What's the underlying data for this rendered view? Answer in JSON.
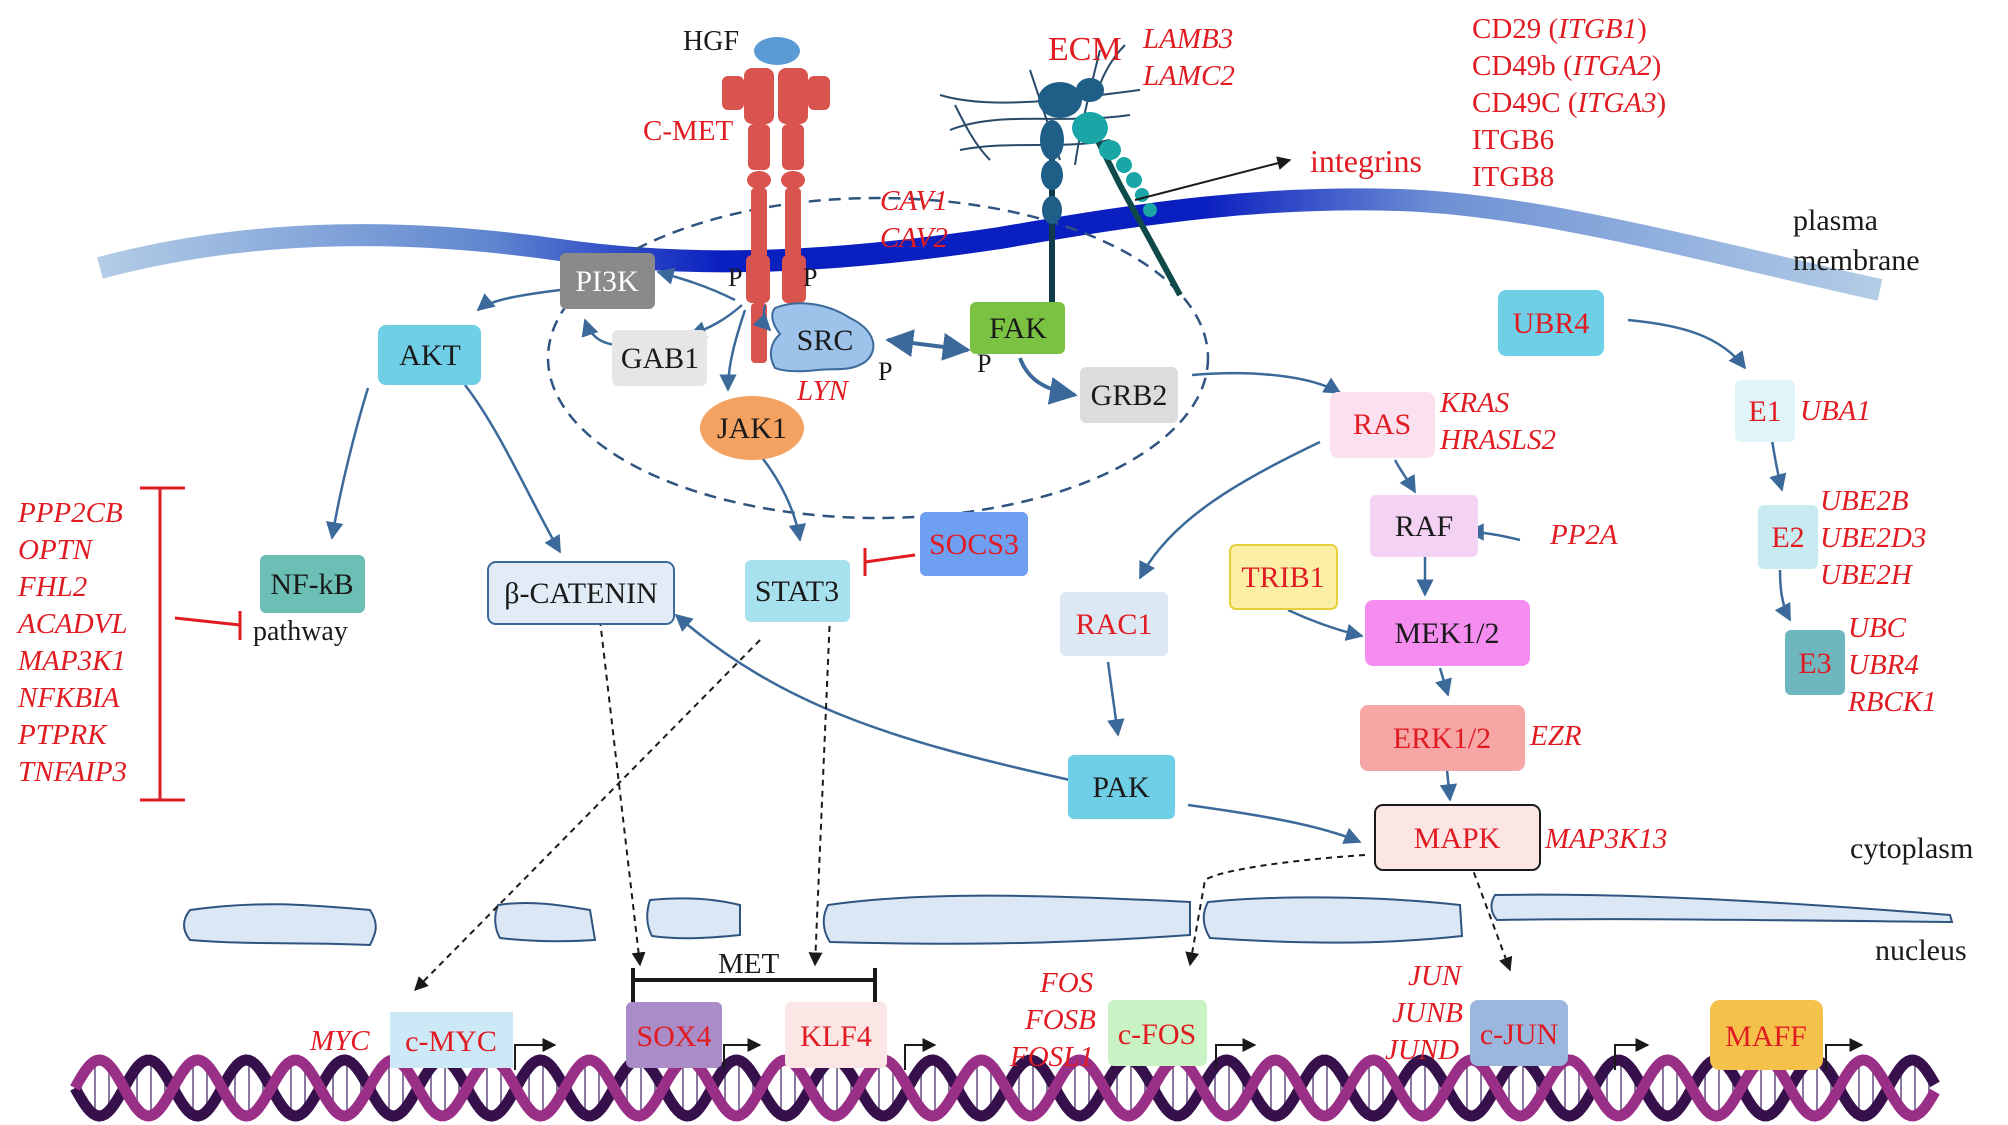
{
  "colors": {
    "red_text": "#e11b22",
    "arrow": "#3b6a9a",
    "membrane": "#0a1fc0",
    "membrane_light": "#b3cde6",
    "dna_dark": "#35104a",
    "dna_light": "#9a2f87"
  },
  "ligand": {
    "hgf": "HGF",
    "ecm": "ECM"
  },
  "receptor": {
    "cmet": "C-MET",
    "integrins": "integrins"
  },
  "ecm_genes": [
    "LAMB3",
    "LAMC2"
  ],
  "caveolin_genes": [
    "CAV1",
    "CAV2"
  ],
  "integrin_list": [
    {
      "prefix": "CD29 (",
      "gene": "ITGB1",
      "suffix": ")"
    },
    {
      "prefix": "CD49b (",
      "gene": "ITGA2",
      "suffix": ")"
    },
    {
      "prefix": "CD49C (",
      "gene": "ITGA3",
      "suffix": ")"
    },
    {
      "prefix": "ITGB6",
      "gene": "",
      "suffix": ""
    },
    {
      "prefix": "ITGB8",
      "gene": "",
      "suffix": ""
    }
  ],
  "compartments": {
    "plasma_line1": "plasma",
    "plasma_line2": "membrane",
    "cytoplasm": "cytoplasm",
    "nucleus": "nucleus"
  },
  "phospho": "P",
  "nodes": {
    "pi3k": "PI3K",
    "gab1": "GAB1",
    "src": "SRC",
    "lyn": "LYN",
    "fak": "FAK",
    "grb2": "GRB2",
    "jak1": "JAK1",
    "akt": "AKT",
    "nfkb": "NF-kB",
    "nfkb_pathway": "pathway",
    "bcatenin": "β-CATENIN",
    "stat3": "STAT3",
    "socs3": "SOCS3",
    "ras": "RAS",
    "raf": "RAF",
    "trib1": "TRIB1",
    "mek": "MEK1/2",
    "erk": "ERK1/2",
    "rac1": "RAC1",
    "pak": "PAK",
    "mapk": "MAPK",
    "ubr4": "UBR4",
    "e1": "E1",
    "e2": "E2",
    "e3": "E3"
  },
  "gene_labels": {
    "ras_genes": [
      "KRAS",
      "HRASLS2"
    ],
    "raf_gene": "PP2A",
    "erk_gene": "EZR",
    "mapk_gene": "MAP3K13",
    "e1_gene": "UBA1",
    "e2_genes": [
      "UBE2B",
      "UBE2D3",
      "UBE2H"
    ],
    "e3_genes": [
      "UBC",
      "UBR4",
      "RBCK1"
    ],
    "nfkb_inhibitors": [
      "PPP2CB",
      "OPTN",
      "FHL2",
      "ACADVL",
      "MAP3K1",
      "NFKBIA",
      "PTPRK",
      "TNFAIP3"
    ]
  },
  "nucleus_factors": {
    "myc_gene": "MYC",
    "cmyc": "c-MYC",
    "met": "MET",
    "sox4": "SOX4",
    "klf4": "KLF4",
    "fos_genes": [
      "FOS",
      "FOSB",
      "FOSL1"
    ],
    "cfos": "c-FOS",
    "jun_genes": [
      "JUN",
      "JUNB",
      "JUND"
    ],
    "cjun": "c-JUN",
    "maff": "MAFF"
  }
}
